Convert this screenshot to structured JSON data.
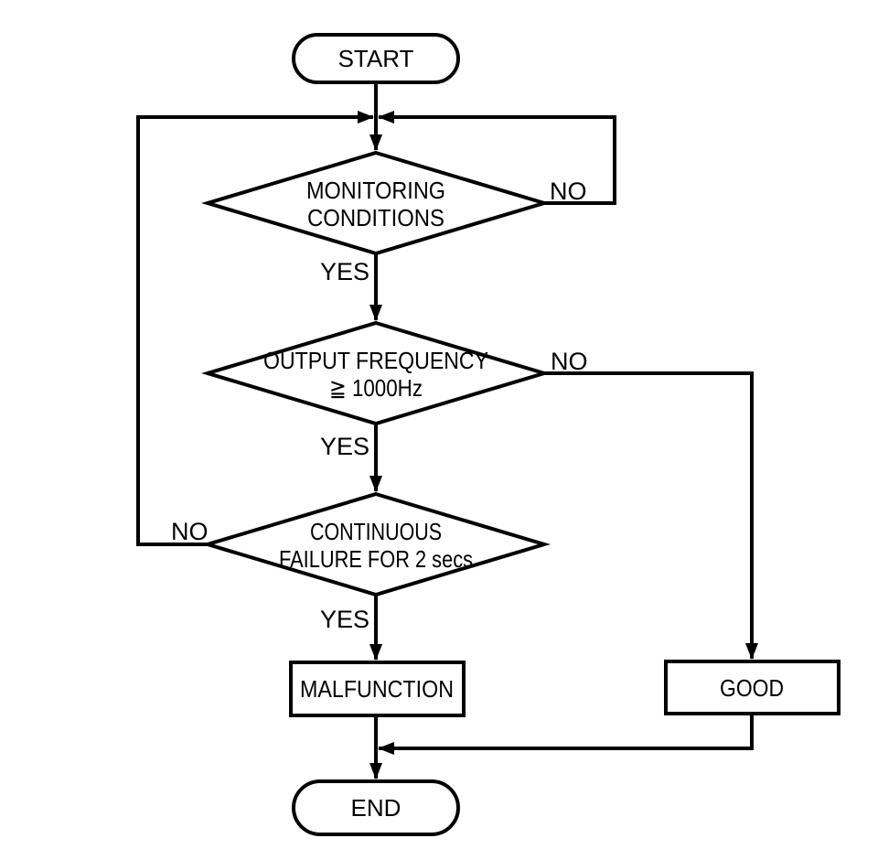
{
  "colors": {
    "background": "#ffffff",
    "line": "#000000",
    "text": "#000000"
  },
  "flowchart": {
    "start": {
      "label": "START"
    },
    "monitoring": {
      "line1": "MONITORING",
      "line2": "CONDITIONS",
      "yes": "YES",
      "no": "NO"
    },
    "frequency": {
      "line1": "OUTPUT FREQUENCY",
      "line2": "≧ 1000Hz",
      "yes": "YES",
      "no": "NO"
    },
    "failure": {
      "line1": "CONTINUOUS",
      "line2": "FAILURE FOR 2 secs",
      "yes": "YES",
      "no": "NO"
    },
    "malfunction": {
      "label": "MALFUNCTION"
    },
    "good": {
      "label": "GOOD"
    },
    "end": {
      "label": "END"
    }
  }
}
